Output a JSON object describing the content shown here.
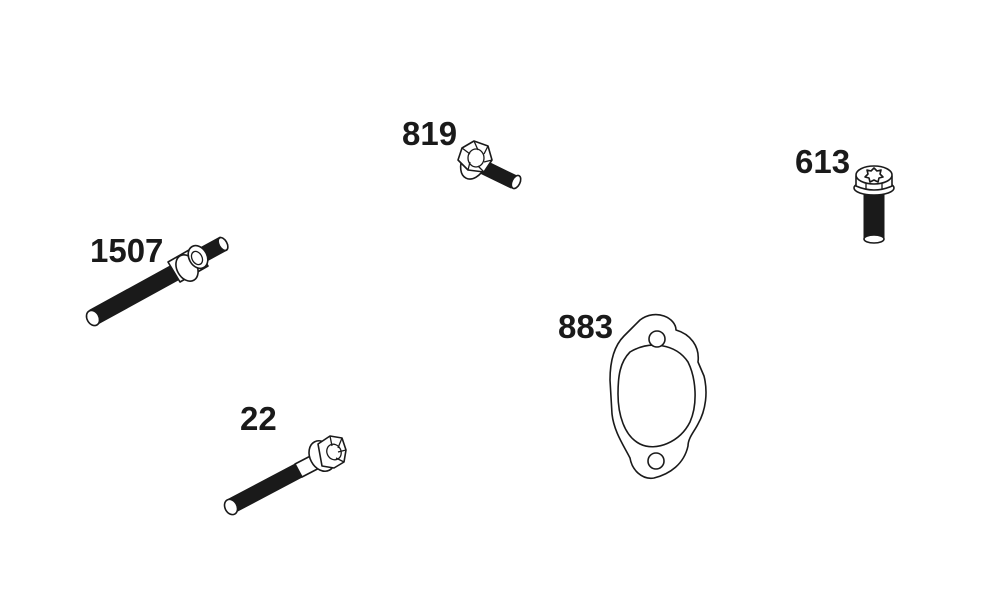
{
  "parts": [
    {
      "id": "1507",
      "label": "1507",
      "kind": "stud"
    },
    {
      "id": "819",
      "label": "819",
      "kind": "hex-flange-bolt-short"
    },
    {
      "id": "613",
      "label": "613",
      "kind": "torx-flange-bolt"
    },
    {
      "id": "883",
      "label": "883",
      "kind": "gasket"
    },
    {
      "id": "22",
      "label": "22",
      "kind": "hex-flange-bolt-long"
    }
  ],
  "colors": {
    "line": "#1a1a1a",
    "background": "#ffffff"
  }
}
